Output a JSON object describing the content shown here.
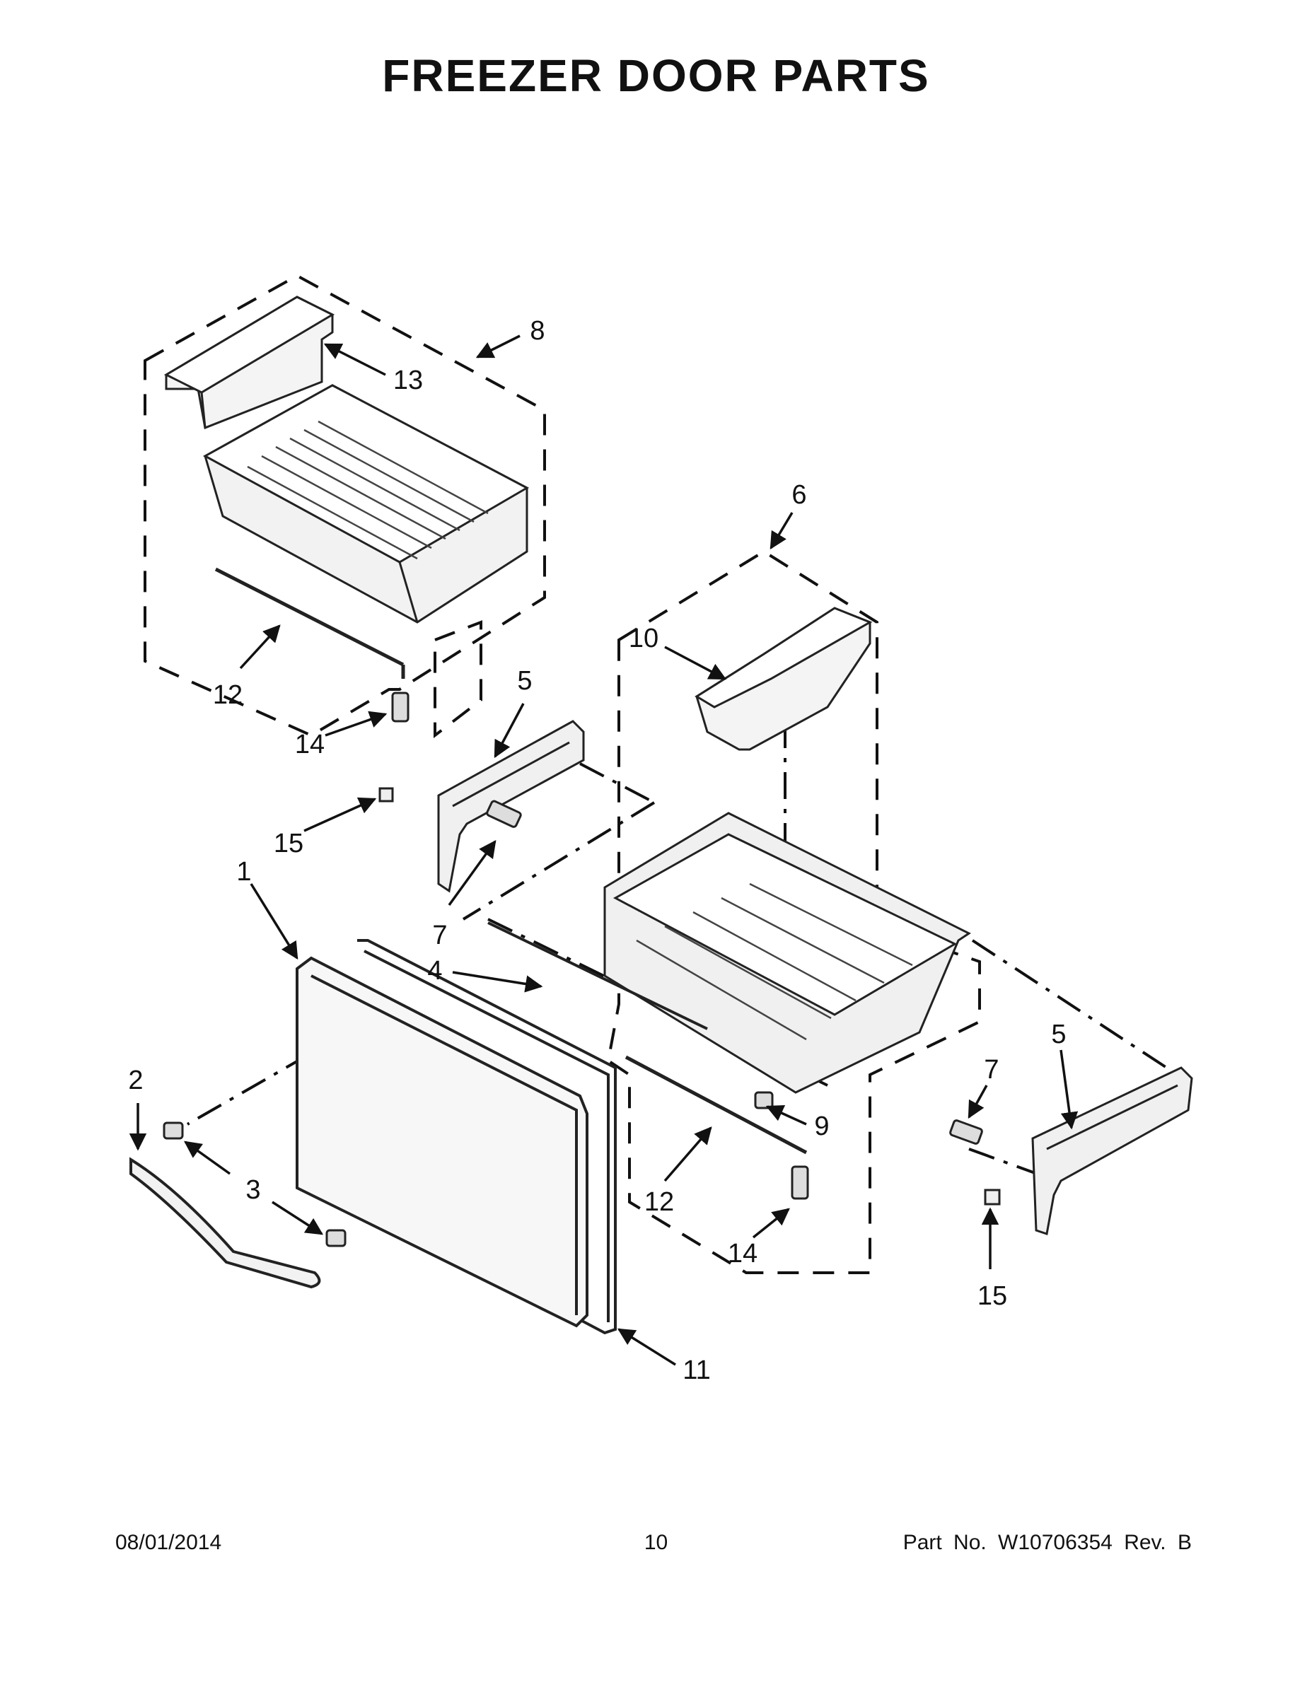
{
  "page": {
    "title": "FREEZER DOOR PARTS"
  },
  "callouts": [
    {
      "id": "c1",
      "label": "1"
    },
    {
      "id": "c2",
      "label": "2"
    },
    {
      "id": "c3",
      "label": "3"
    },
    {
      "id": "c4",
      "label": "4"
    },
    {
      "id": "c5a",
      "label": "5"
    },
    {
      "id": "c5b",
      "label": "5"
    },
    {
      "id": "c6",
      "label": "6"
    },
    {
      "id": "c7a",
      "label": "7"
    },
    {
      "id": "c7b",
      "label": "7"
    },
    {
      "id": "c8",
      "label": "8"
    },
    {
      "id": "c9",
      "label": "9"
    },
    {
      "id": "c10",
      "label": "10"
    },
    {
      "id": "c11",
      "label": "11"
    },
    {
      "id": "c12a",
      "label": "12"
    },
    {
      "id": "c12b",
      "label": "12"
    },
    {
      "id": "c13",
      "label": "13"
    },
    {
      "id": "c14a",
      "label": "14"
    },
    {
      "id": "c14b",
      "label": "14"
    },
    {
      "id": "c15a",
      "label": "15"
    },
    {
      "id": "c15b",
      "label": "15"
    }
  ],
  "footer": {
    "date": "08/01/2014",
    "page_number": "10",
    "part_info": "Part No.  W10706354  Rev.  B"
  }
}
